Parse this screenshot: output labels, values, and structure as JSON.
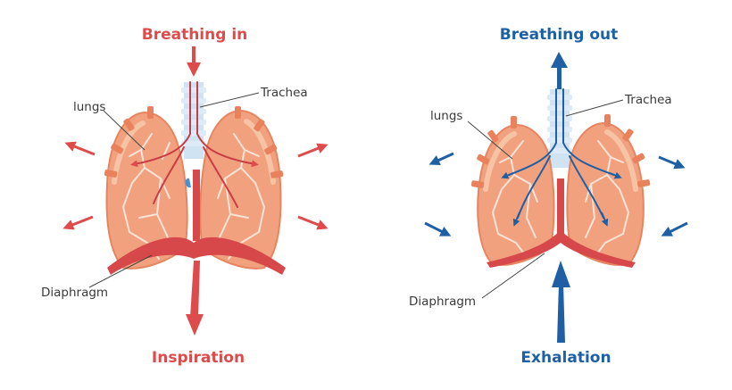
{
  "left_panel": {
    "title": "Breathing in",
    "caption": "Inspiration",
    "labels": {
      "lungs": "lungs",
      "trachea": "Trachea",
      "diaphragm": "Diaphragm"
    },
    "accent_color": "#dd4b4b"
  },
  "right_panel": {
    "title": "Breathing out",
    "caption": "Exhalation",
    "labels": {
      "lungs": "lungs",
      "trachea": "Trachea",
      "diaphragm": "Diaphragm"
    },
    "accent_color": "#1f5fa3"
  },
  "colors": {
    "lung_fill": "#f2a17f",
    "lung_shade": "#e6855f",
    "lung_outline": "#d86f4d",
    "vessel": "#fbe3d6",
    "trachea_rings": "#cfe3f3",
    "diaphragm": "#d6484a",
    "airway_in": "#c93c44",
    "airway_out": "#1f5fa3"
  }
}
